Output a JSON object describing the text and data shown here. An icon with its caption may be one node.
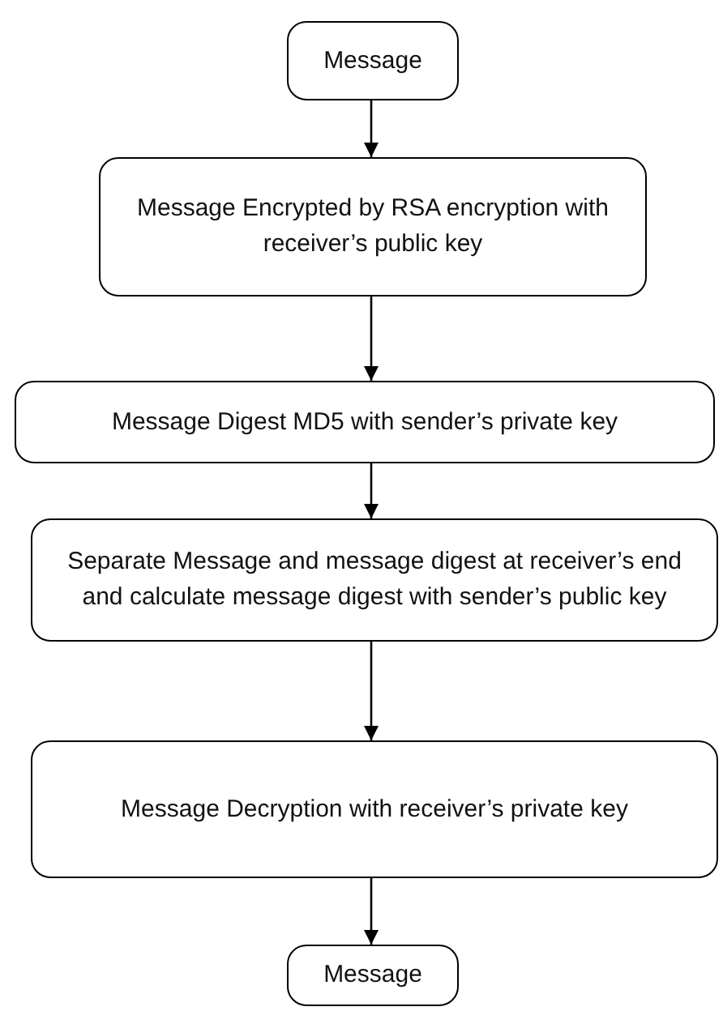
{
  "diagram": {
    "nodes": [
      {
        "text": [
          "Message"
        ]
      },
      {
        "text": [
          "Message Encrypted by RSA encryption with receiver’s public key"
        ]
      },
      {
        "text": [
          "Message Digest MD5 with sender’s private key"
        ]
      },
      {
        "text": [
          "Separate Message and message digest at receiver’s end and calculate message digest with sender’s public key"
        ]
      },
      {
        "text": [
          "Message Decryption with receiver’s private key"
        ]
      },
      {
        "text": [
          "Message"
        ]
      }
    ],
    "edges": [
      {
        "from": 0,
        "to": 1,
        "arrow": "to"
      },
      {
        "from": 1,
        "to": 2,
        "arrow": "to"
      },
      {
        "from": 2,
        "to": 3,
        "arrow": "to"
      },
      {
        "from": 3,
        "to": 4,
        "arrow": "to"
      },
      {
        "from": 4,
        "to": 5,
        "arrow": "to"
      }
    ]
  }
}
